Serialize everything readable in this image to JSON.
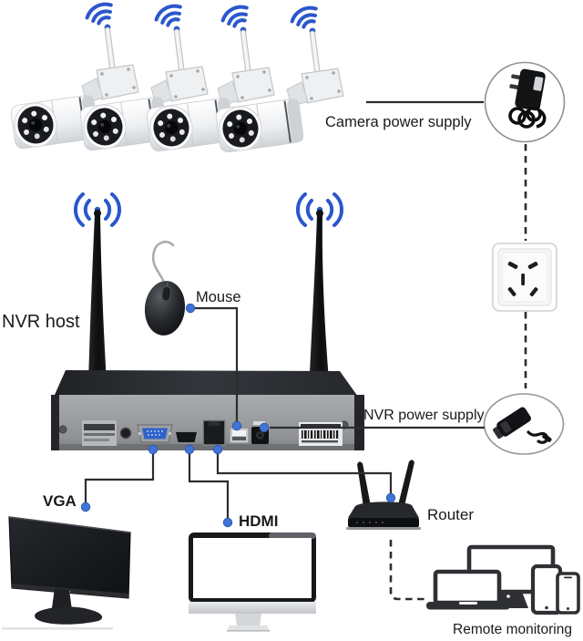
{
  "diagram": {
    "labels": {
      "camera_power_supply": "Camera power supply",
      "mouse": "Mouse",
      "nvr_host": "NVR host",
      "nvr_power_supply": "NVR power supply",
      "vga": "VGA",
      "hdmi": "HDMI",
      "router": "Router",
      "remote_monitoring": "Remote monitoring"
    },
    "icons": [
      "wifi-icon",
      "camera-icon",
      "antenna-icon",
      "power-adapter-icon",
      "wall-outlet-icon",
      "nvr-icon",
      "mouse-icon",
      "vga-port-icon",
      "hdmi-port-icon",
      "ethernet-port-icon",
      "usb-port-icon",
      "dc-power-port-icon",
      "barcode-icon",
      "monitor-icon",
      "imac-monitor-icon",
      "router-icon",
      "desktop-icon",
      "laptop-icon",
      "tablet-icon",
      "smartphone-icon",
      "connector-dot-icon"
    ],
    "colors": {
      "wifi_blue": "#2a57cb",
      "dot_blue": "#3f74d6",
      "line_dark": "#2c2d2f",
      "label_text": "#1a1a1a",
      "background": "#ffffff"
    }
  }
}
